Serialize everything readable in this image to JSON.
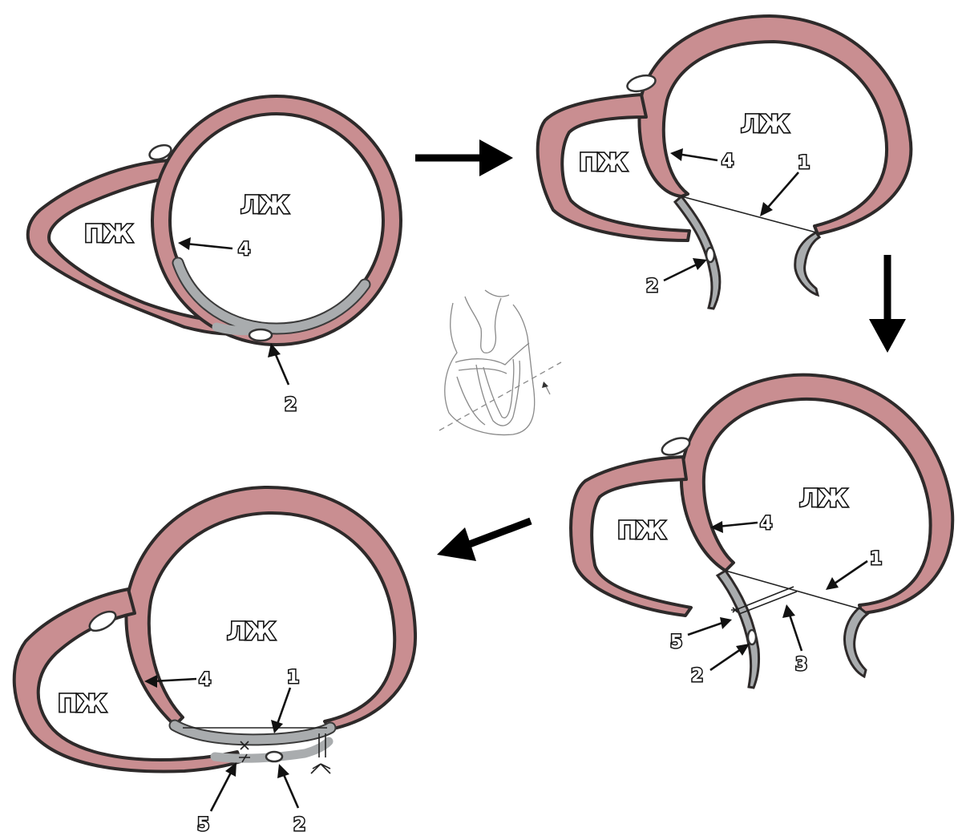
{
  "panels": [
    {
      "id": "stage-1",
      "chambers": {
        "rv": "ПЖ",
        "lv": "ЛЖ"
      },
      "callouts": [
        "4",
        "2"
      ]
    },
    {
      "id": "stage-2",
      "chambers": {
        "rv": "ПЖ",
        "lv": "ЛЖ"
      },
      "callouts": [
        "4",
        "1",
        "2"
      ]
    },
    {
      "id": "stage-3",
      "chambers": {
        "rv": "ПЖ",
        "lv": "ЛЖ"
      },
      "callouts": [
        "4",
        "1",
        "5",
        "2",
        "3"
      ]
    },
    {
      "id": "stage-4",
      "chambers": {
        "rv": "ПЖ",
        "lv": "ЛЖ"
      },
      "callouts": [
        "4",
        "1",
        "5",
        "2"
      ]
    }
  ],
  "colors": {
    "myocardium": "#c98e91",
    "scar": "#a9acae",
    "outline": "#2e2a2a",
    "arrow": "#000000"
  }
}
